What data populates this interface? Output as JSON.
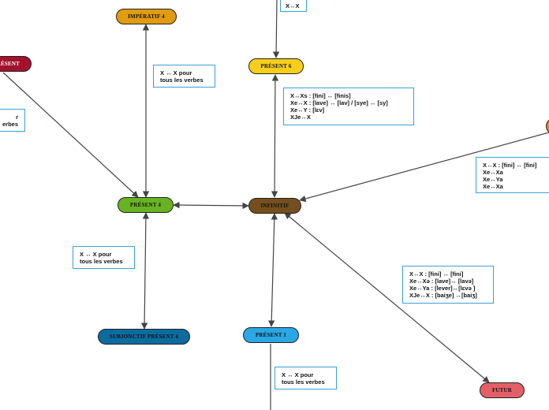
{
  "nodes": {
    "imperatif4": {
      "label": "IMPÉRATIF 4",
      "color": "#e09b10",
      "text": "#111"
    },
    "present_left": {
      "label": "PRÉSENT",
      "color": "#a3112e",
      "text": "#fff"
    },
    "present6": {
      "label": "PRÉSENT 6",
      "color": "#f7cf1a",
      "text": "#111"
    },
    "present4": {
      "label": "PRÉSENT 4",
      "color": "#68b323",
      "text": "#111"
    },
    "infinitif": {
      "label": "INFINITIF",
      "color": "#744f1d",
      "text": "#111"
    },
    "subjonctif": {
      "label": "SUBJONCTIF PRÉSENT 4",
      "color": "#0d6c9f",
      "text": "#111"
    },
    "present1": {
      "label": "PRÉSENT 1",
      "color": "#2aa7e4",
      "text": "#111"
    },
    "futur": {
      "label": "FUTUR",
      "color": "#e35f68",
      "text": "#111"
    },
    "right_node": {
      "label": "",
      "color": "#f2801f",
      "text": "#111"
    }
  },
  "notes": {
    "top": [
      "X↔X"
    ],
    "imperatif": [
      "X ↔ X pour",
      "tous les verbes"
    ],
    "left_cut": [
      "r",
      "erbes"
    ],
    "present6": [
      "X↔Xs : [fini] ↔ [finis]",
      "Xe↔X : [lave] ↔ [lav] / [sye] ↔ [sy]",
      "Xe↔Y : [lɛv]",
      "XJe↔X"
    ],
    "right": [
      "X↔X : [fini] ↔ [fini]",
      "Xe↔Xa",
      "Xe↔Ya",
      "Xe↔Xa"
    ],
    "present4": [
      "X ↔ X pour",
      "tous les verbes"
    ],
    "futur": [
      "X↔X : [fini] ↔ [fini]",
      "Xe↔Xə : [lave]↔ [lavə]",
      "Xe↔Ya : [lever]↔[lɛvə ]",
      "XJe↔X : [baiʒe] ↔[baiʒ]"
    ],
    "present1": [
      "X ↔ X pour",
      "tous les verbes"
    ]
  },
  "colors": {
    "edge": "#444444",
    "note_border": "#3aa0d8"
  }
}
